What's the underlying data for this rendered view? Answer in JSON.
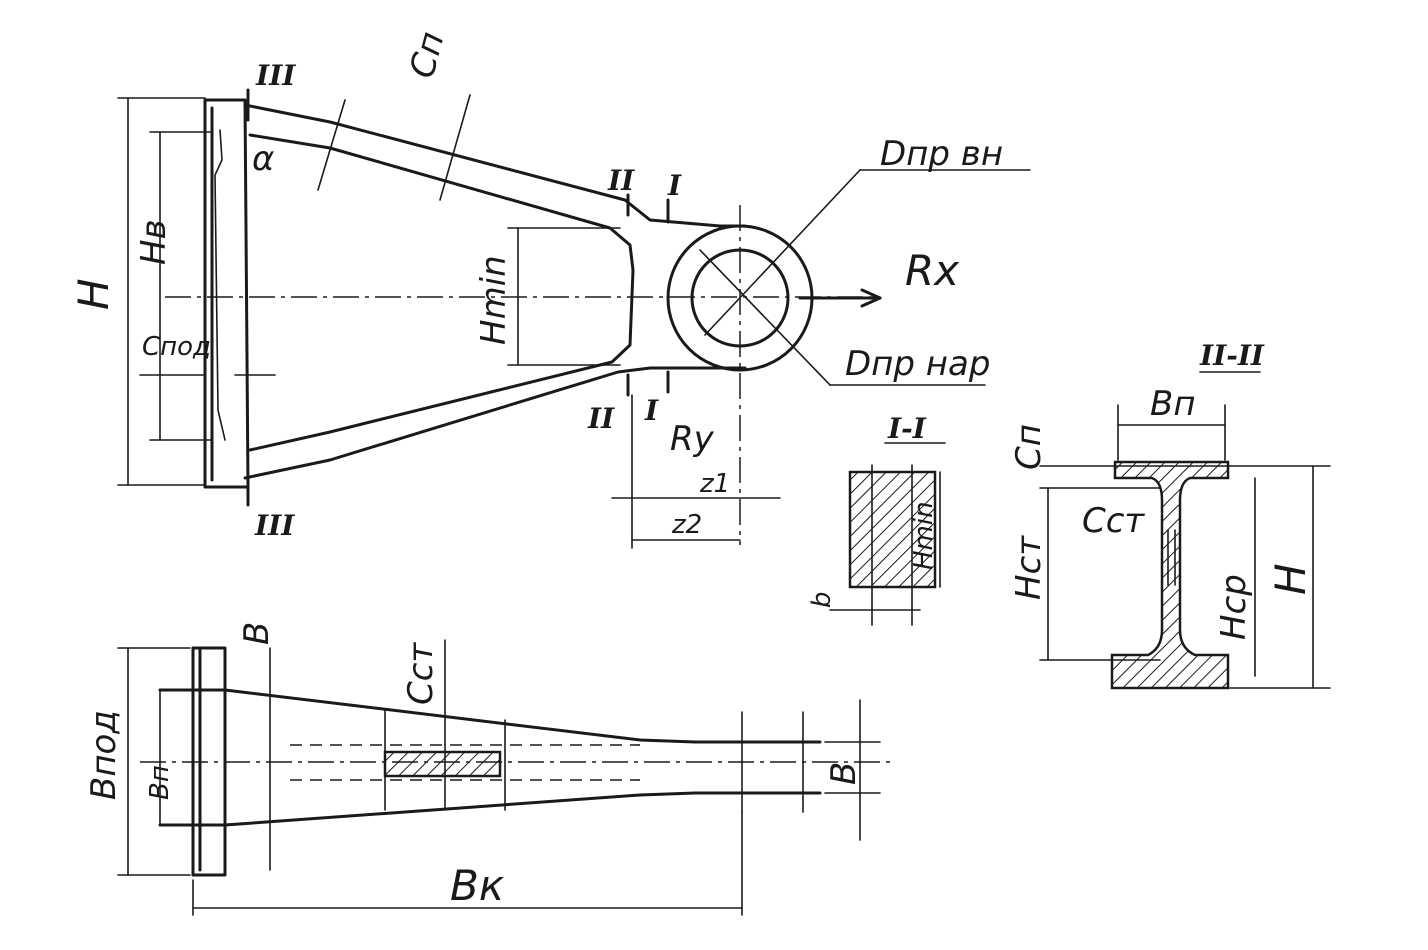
{
  "labels": {
    "D_inner": "Dпр вн",
    "D_outer": "Dпр нар",
    "Cp": "Cп",
    "Cpod": "Cпод",
    "Cst": "Cст",
    "Hv": "Hв",
    "H": "H",
    "Hmin": "Hmin",
    "Hst": "Hст",
    "Hsr": "Hср",
    "Rx": "Rx",
    "Ry": "Ry",
    "z1": "z1",
    "z2": "z2",
    "alpha": "α",
    "Bn": "Bп",
    "Bpod": "Bпод",
    "Bk": "Bк",
    "B": "B",
    "b": "b",
    "sec_I": "I",
    "sec_II": "II",
    "sec_III": "III",
    "section_I_I": "I-I",
    "section_II_II": "II-II"
  }
}
